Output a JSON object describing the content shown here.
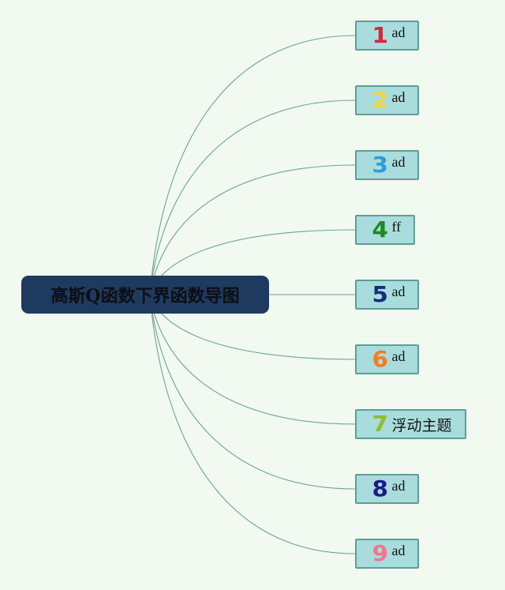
{
  "root": {
    "title": "高斯Q函数下界函数导图",
    "color": "#1f3a5f"
  },
  "nodes": [
    {
      "number": "1",
      "label": "ad",
      "color": "#d7263d"
    },
    {
      "number": "2",
      "label": "ad",
      "color": "#f2d53c"
    },
    {
      "number": "3",
      "label": "ad",
      "color": "#2d9cdb"
    },
    {
      "number": "4",
      "label": "ff",
      "color": "#1e8a1e"
    },
    {
      "number": "5",
      "label": "ad",
      "color": "#12307a"
    },
    {
      "number": "6",
      "label": "ad",
      "color": "#f57c1f"
    },
    {
      "number": "7",
      "label": "浮动主题",
      "color": "#8fbf2f"
    },
    {
      "number": "8",
      "label": "ad",
      "color": "#1c1a8c"
    },
    {
      "number": "9",
      "label": "ad",
      "color": "#f27589"
    }
  ],
  "colors": {
    "background": "#f1f9f1",
    "node_fill": "#a9dcdc",
    "node_border": "#5f9d95",
    "edge": "#6aa597"
  }
}
